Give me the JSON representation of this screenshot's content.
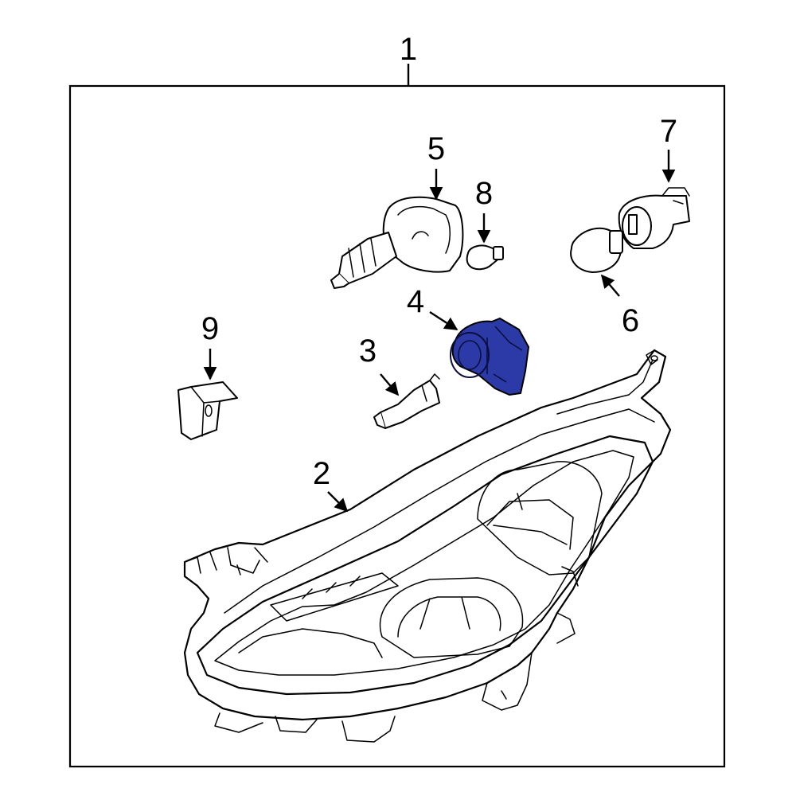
{
  "diagram": {
    "callouts": {
      "c1": "1",
      "c2": "2",
      "c3": "3",
      "c4": "4",
      "c5": "5",
      "c6": "6",
      "c7": "7",
      "c8": "8",
      "c9": "9"
    },
    "highlighted_part": "4",
    "highlight_color": "#2c3aa8",
    "line_color": "#000000",
    "background_color": "#ffffff"
  }
}
